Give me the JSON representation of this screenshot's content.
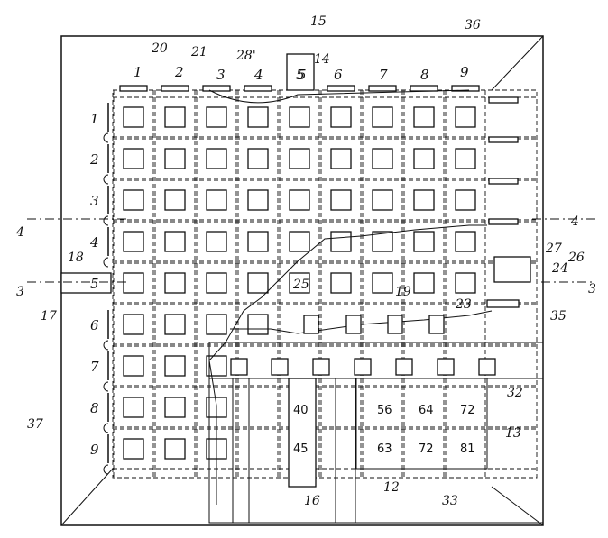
{
  "figure": {
    "column_labels": [
      "1",
      "2",
      "3",
      "4",
      "5",
      "6",
      "7",
      "8",
      "9"
    ],
    "row_labels": [
      "1",
      "2",
      "3",
      "4",
      "5",
      "6",
      "7",
      "8",
      "9"
    ],
    "reference_numerals": {
      "n36": "36",
      "n15": "15",
      "n14": "14",
      "n20": "20",
      "n21": "21",
      "n28": "28'",
      "n18": "18",
      "n17": "17",
      "n37": "37",
      "n27": "27",
      "n26": "26",
      "n24": "24",
      "n3": "3",
      "n4": "4",
      "n35": "35",
      "n23": "23",
      "n19": "19",
      "n25": "25",
      "n32": "32",
      "n13": "13",
      "n12": "12",
      "n33": "33",
      "n16": "16"
    },
    "section_markers": {
      "left_4": "4",
      "right_4": "4",
      "left_3": "3",
      "right_3": "3"
    },
    "cutaway_numbers": {
      "c56": "56",
      "c64": "64",
      "c72a": "72",
      "c63": "63",
      "c72b": "72",
      "c81": "81"
    },
    "slide_numbers": {
      "s40": "40",
      "s45": "45",
      "s5top": "5",
      "s5left": "5"
    }
  }
}
